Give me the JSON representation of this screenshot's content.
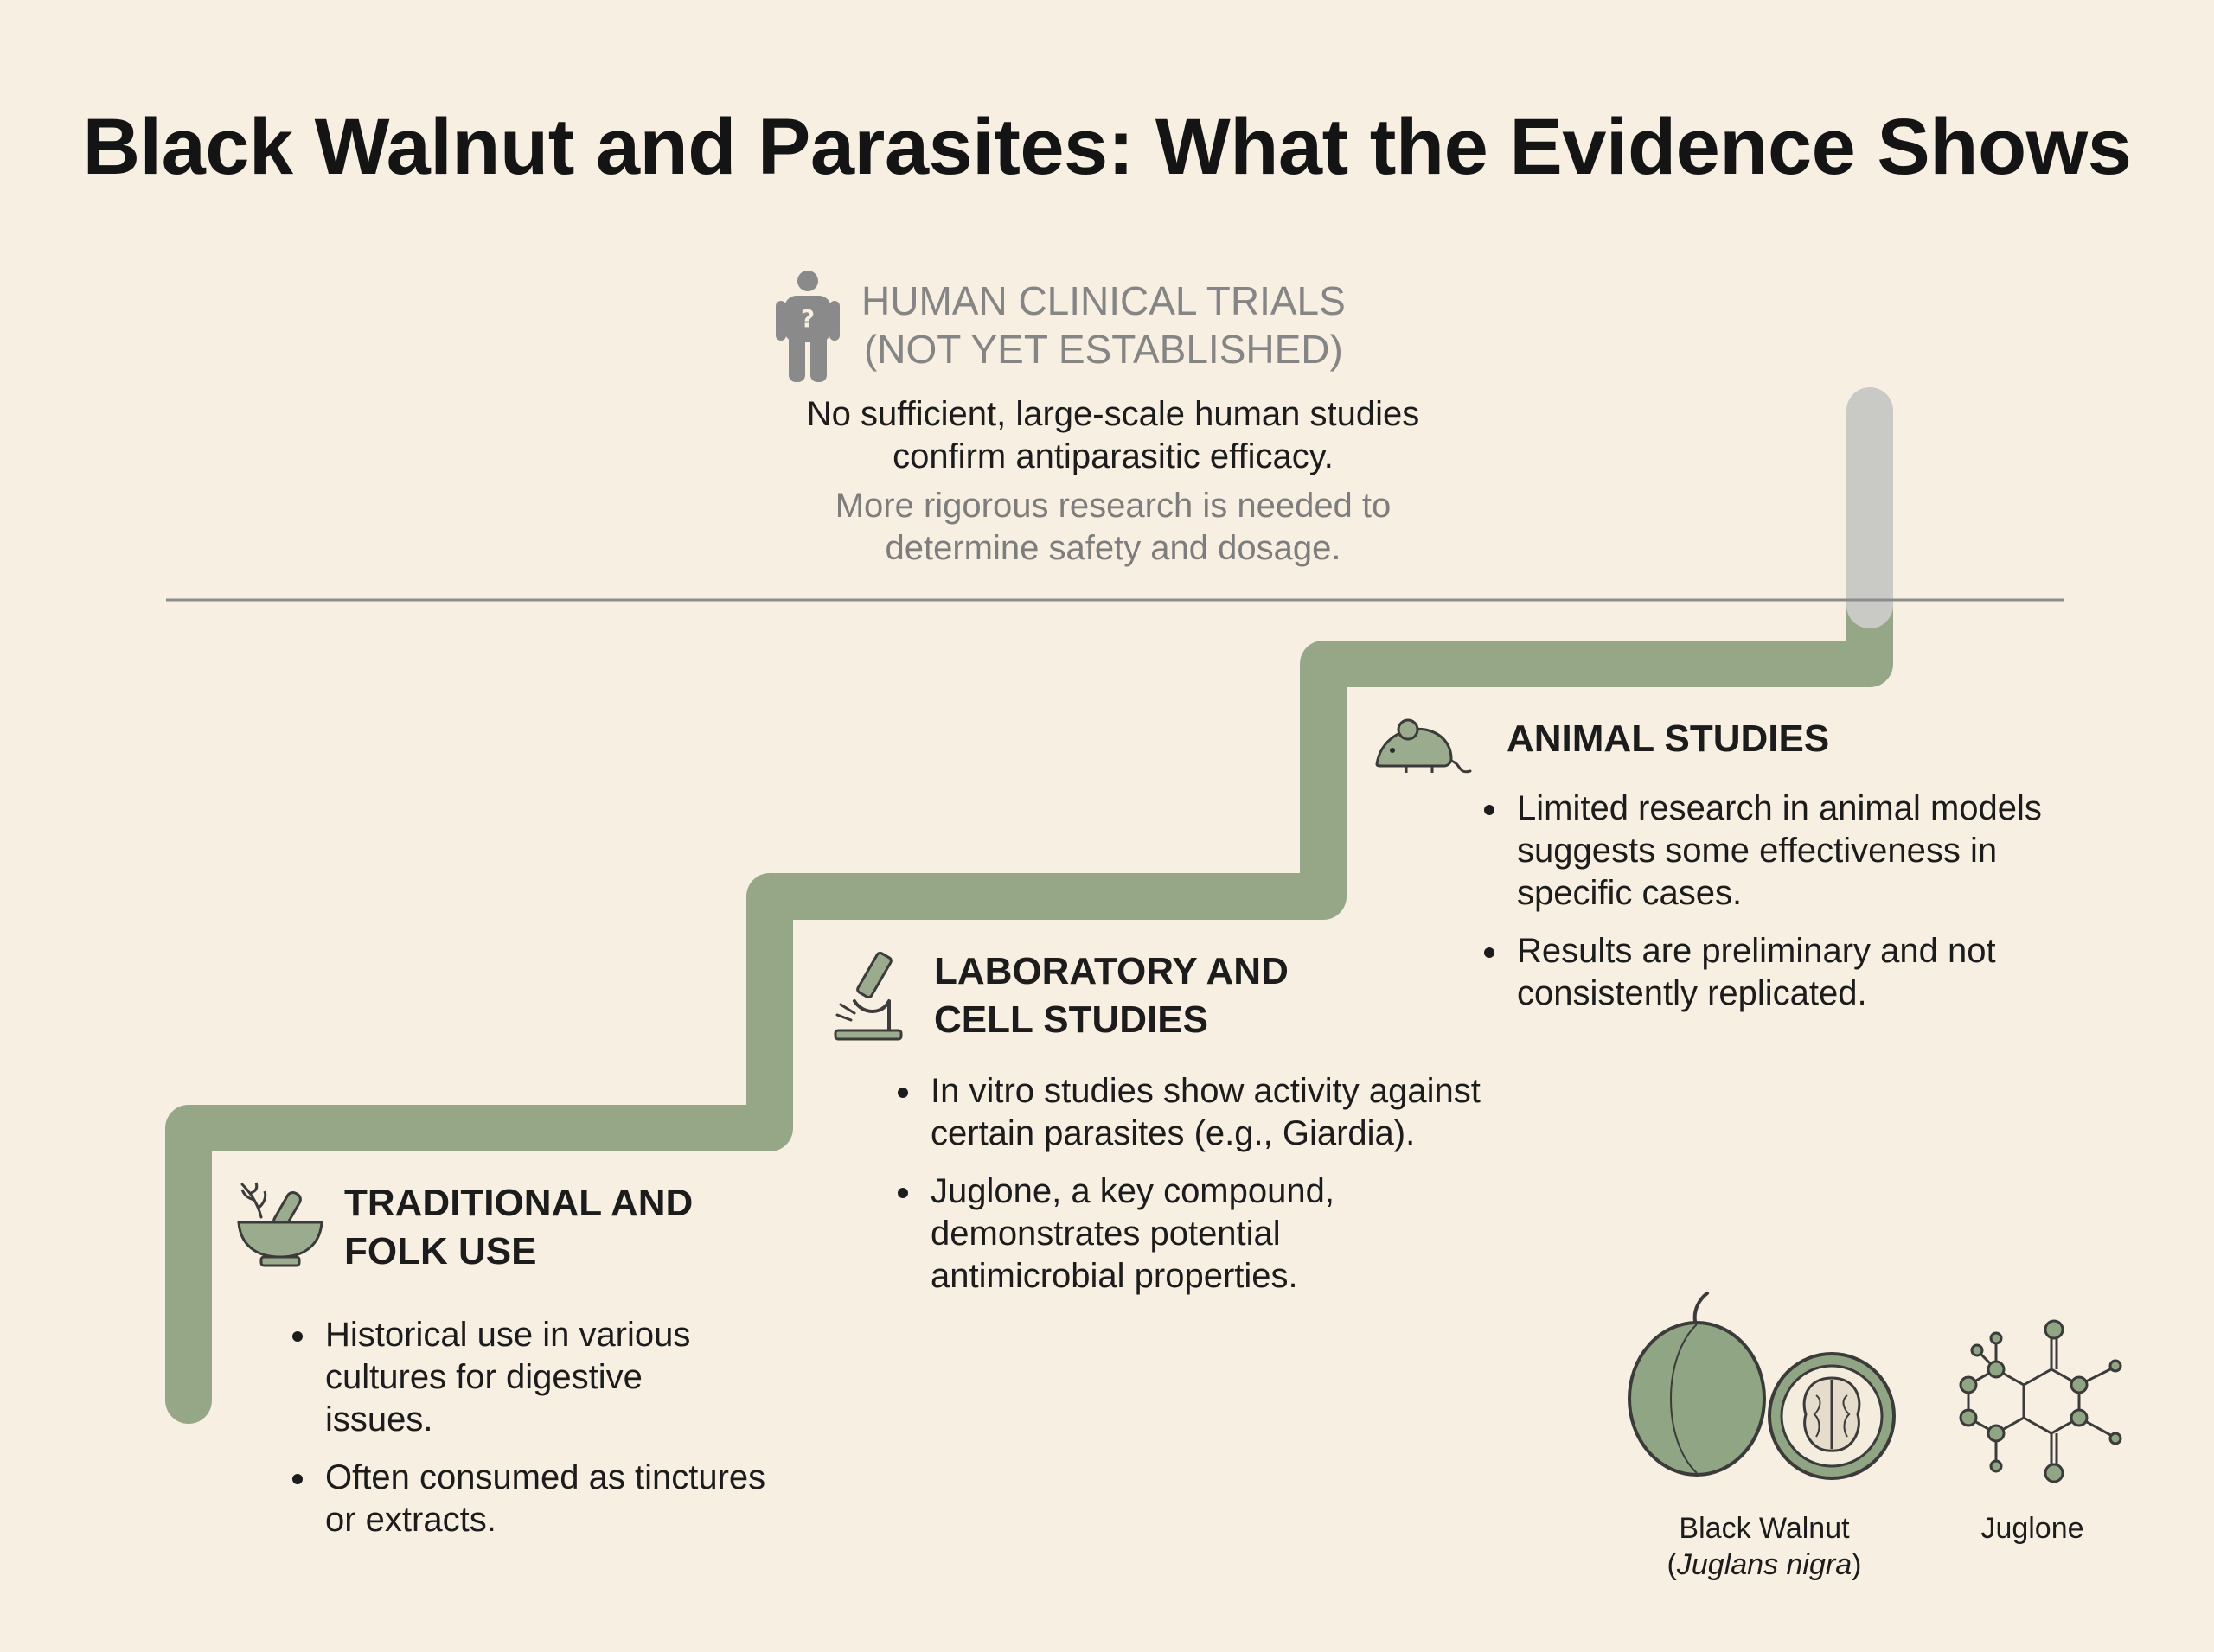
{
  "title": "Black Walnut and Parasites: What the Evidence Shows",
  "colors": {
    "background": "#f6efe2",
    "stair": "#95a787",
    "stair_faded": "#c9c9c6",
    "muted_text": "#858585",
    "icon_green": "#8fa583"
  },
  "stages": {
    "clinical": {
      "icon": "person-question-icon",
      "heading_line1": "HUMAN CLINICAL TRIALS",
      "heading_line2": "(NOT YET ESTABLISHED)",
      "text_line1": "No sufficient, large-scale human studies",
      "text_line2": "confirm antiparasitic efficacy.",
      "note_line1": "More rigorous research is needed to",
      "note_line2": "determine safety and dosage."
    },
    "animal": {
      "icon": "mouse-icon",
      "heading": "ANIMAL STUDIES",
      "bullets": [
        [
          "Limited research in animal models",
          "suggests some effectiveness in",
          "specific cases."
        ],
        [
          "Results are preliminary and not",
          "consistently replicated."
        ]
      ]
    },
    "lab": {
      "icon": "microscope-icon",
      "heading_line1": "LABORATORY AND",
      "heading_line2": "CELL STUDIES",
      "bullets": [
        [
          "In vitro studies show activity against",
          "certain parasites (e.g., Giardia)."
        ],
        [
          "Juglone, a key compound,",
          "demonstrates potential",
          "antimicrobial properties."
        ]
      ]
    },
    "traditional": {
      "icon": "mortar-pestle-icon",
      "heading_line1": "TRADITIONAL AND",
      "heading_line2": "FOLK USE",
      "bullets": [
        [
          "Historical use in various",
          "cultures for digestive",
          "issues."
        ],
        [
          "Often consumed as tinctures",
          "or extracts."
        ]
      ]
    }
  },
  "illustrations": {
    "walnut_caption_line1": "Black Walnut",
    "walnut_caption_line2_open": "(",
    "walnut_caption_line2_sci": "Juglans nigra",
    "walnut_caption_line2_close": ")",
    "juglone_caption": "Juglone"
  }
}
